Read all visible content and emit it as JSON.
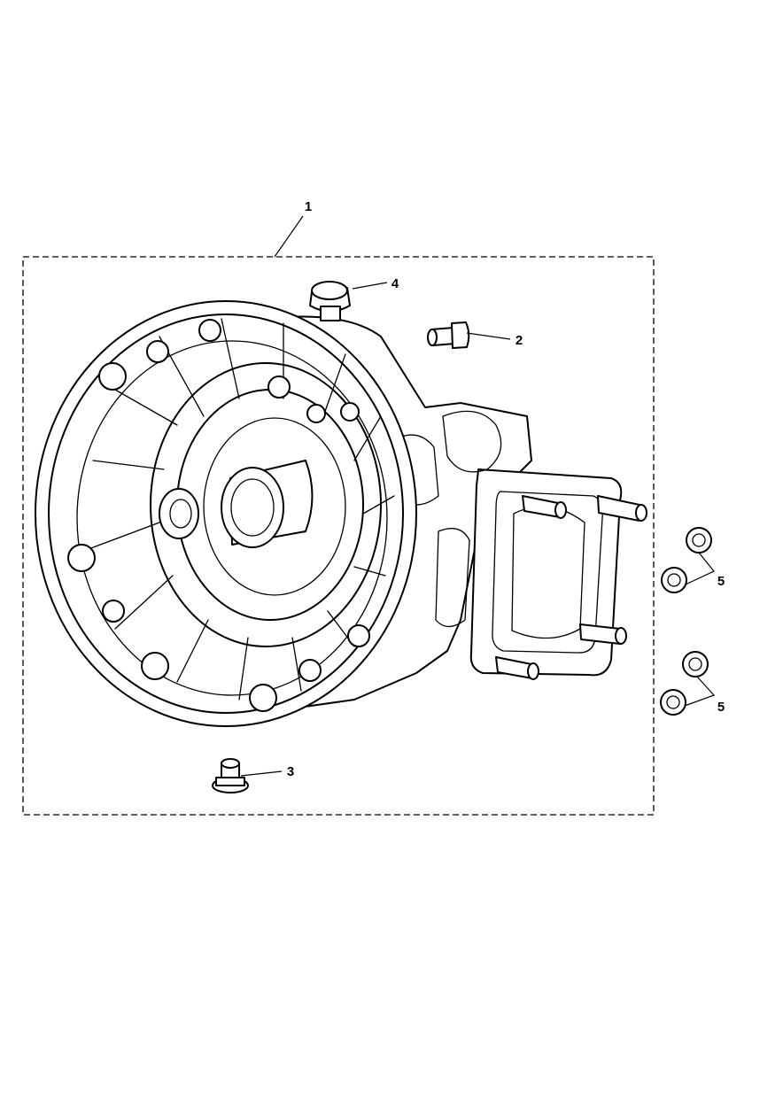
{
  "callouts": [
    {
      "id": "1",
      "label": "1"
    },
    {
      "id": "2",
      "label": "2"
    },
    {
      "id": "3",
      "label": "3"
    },
    {
      "id": "4",
      "label": "4"
    },
    {
      "id": "5a",
      "label": "5"
    },
    {
      "id": "5b",
      "label": "5"
    }
  ],
  "colors": {
    "ink": "#000000",
    "paper": "#ffffff"
  }
}
